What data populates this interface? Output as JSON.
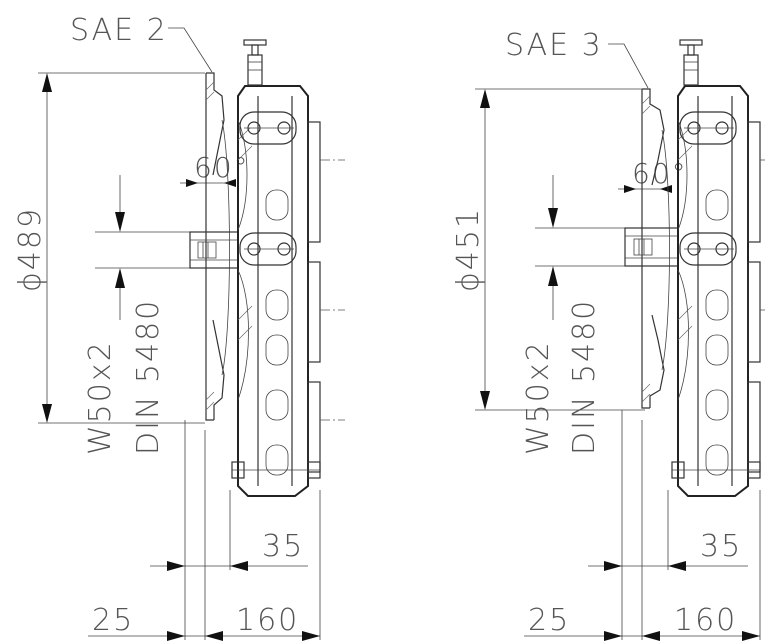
{
  "drawings": [
    {
      "id": "left",
      "sae_label": "SAE 2",
      "diameter_label": "ϕ489",
      "angle_label": "60°",
      "spline_label_1": "W50x2",
      "spline_label_2": "DIN 5480",
      "dim_35": "35",
      "dim_25": "25",
      "dim_160": "160"
    },
    {
      "id": "right",
      "sae_label": "SAE 3",
      "diameter_label": "ϕ451",
      "angle_label": "60°",
      "spline_label_1": "W50x2",
      "spline_label_2": "DIN 5480",
      "dim_35": "35",
      "dim_25": "25",
      "dim_160": "160"
    }
  ]
}
